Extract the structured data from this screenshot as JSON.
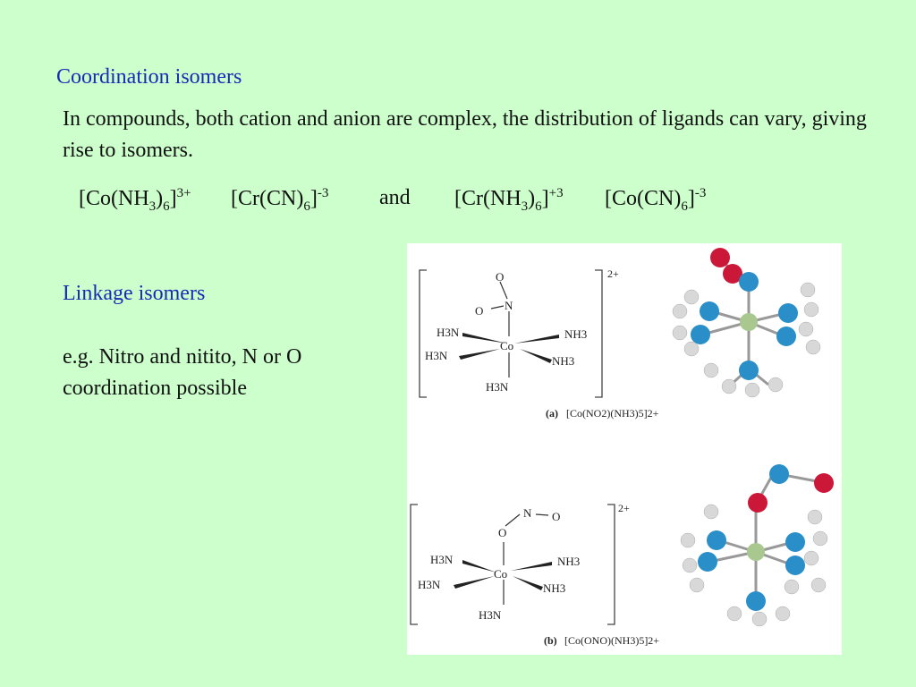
{
  "slide": {
    "coord_heading": "Coordination isomers",
    "coord_body": "In compounds, both cation and anion are complex, the distribution of ligands can vary, giving rise to isomers.",
    "formula": {
      "f1_a": "[Co(NH",
      "f1_sub1": "3",
      "f1_b": ")",
      "f1_sub2": "6",
      "f1_c": "]",
      "f1_sup": "3+",
      "f2_a": "[Cr(CN)",
      "f2_sub": "6",
      "f2_b": "]",
      "f2_sup": "-3",
      "and": "and",
      "f3_a": "[Cr(NH",
      "f3_sub1": "3",
      "f3_b": ")",
      "f3_sub2": "6",
      "f3_c": "]",
      "f3_sup": "+3",
      "f4_a": "[Co(CN)",
      "f4_sub": "6",
      "f4_b": "]",
      "f4_sup": "-3"
    },
    "linkage_heading": "Linkage isomers",
    "linkage_body": "e.g. Nitro and nitito, N or O coordination possible"
  },
  "figure": {
    "a": {
      "charge": "2+",
      "atoms": {
        "O_top": "O",
        "O_left": "O",
        "N_top": "N",
        "Co": "Co"
      },
      "ligands": {
        "ul": "H3N",
        "ur": "NH3",
        "ll": "H3N",
        "lr": "NH3",
        "bottom": "H3N"
      },
      "caption_prefix": "(a)",
      "caption_formula": "[Co(NO2)(NH3)5]2+"
    },
    "b": {
      "charge": "2+",
      "atoms": {
        "N_top": "N",
        "O_right": "O",
        "O_link": "O",
        "Co": "Co"
      },
      "ligands": {
        "ul": "H3N",
        "ur": "NH3",
        "ll": "H3N",
        "lr": "NH3",
        "bottom": "H3N"
      },
      "caption_prefix": "(b)",
      "caption_formula": "[Co(ONO)(NH3)5]2+"
    },
    "colors": {
      "nitrogen": "#2a8fc8",
      "oxygen": "#cc1838",
      "cobalt": "#a8c890",
      "hydrogen": "#d8d8d8"
    }
  }
}
